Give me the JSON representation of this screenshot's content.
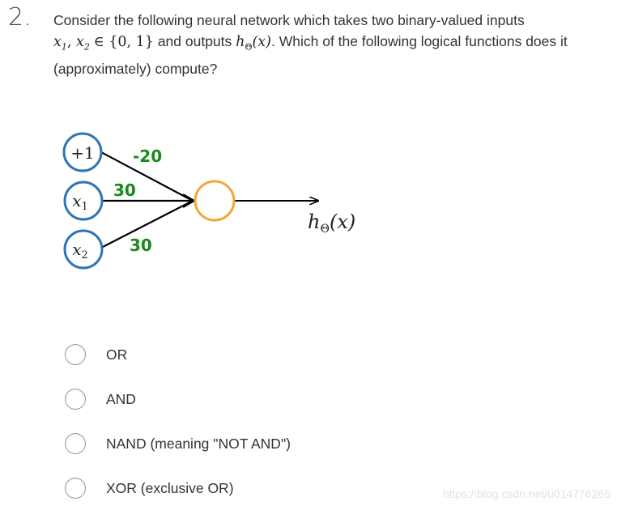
{
  "question": {
    "number": "2.",
    "line1": "Consider the following neural network which takes two binary-valued inputs",
    "line2_vars": "x",
    "line2_set": "∈ {0, 1}",
    "line2_mid": " and outputs ",
    "line2_h": "h",
    "line2_theta": "Θ",
    "line2_arg": "(x)",
    "line2_end": ". Which of the following logical functions does it",
    "line3": "(approximately) compute?"
  },
  "diagram": {
    "bias_label": "+1",
    "x1_label": "x",
    "x1_sub": "1",
    "x2_label": "x",
    "x2_sub": "2",
    "weight_bias": "-20",
    "weight_x1": "30",
    "weight_x2": "30",
    "output_h": "h",
    "output_theta": "Θ",
    "output_arg": "(x)",
    "colors": {
      "input_node": "#2e75b6",
      "output_node": "#f4a53a",
      "weight_text": "#1a8a1a",
      "edge": "#000000"
    }
  },
  "options": [
    {
      "label": "OR"
    },
    {
      "label": "AND"
    },
    {
      "label": "NAND (meaning \"NOT AND\")"
    },
    {
      "label": "XOR (exclusive OR)"
    }
  ],
  "watermark": "https://blog.csdn.net/u014776265"
}
